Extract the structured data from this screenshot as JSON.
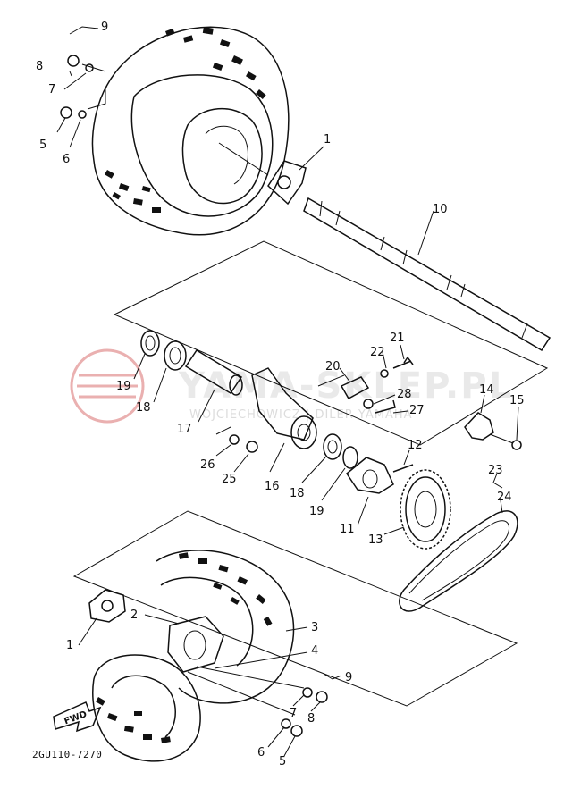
{
  "watermark": {
    "brand": "YAMA-SKLEP.PL",
    "tagline": "WOJCIECHOWICZ | DILER YAMAHA",
    "logo_color": "#e8a0a0"
  },
  "diagram_code": "2GU110-7270",
  "fwd_label": "FWD",
  "callouts": {
    "top_9": "9",
    "top_8": "8",
    "top_7": "7",
    "top_5": "5",
    "top_6": "6",
    "top_1": "1",
    "c_10": "10",
    "c_21": "21",
    "c_22": "22",
    "c_20": "20",
    "c_28": "28",
    "c_27": "27",
    "c_14": "14",
    "c_15": "15",
    "c_19a": "19",
    "c_18a": "18",
    "c_17": "17",
    "c_26": "26",
    "c_25": "25",
    "c_16": "16",
    "c_18b": "18",
    "c_19b": "19",
    "c_11": "11",
    "c_12": "12",
    "c_13": "13",
    "c_23": "23",
    "c_24": "24",
    "bot_2": "2",
    "bot_3": "3",
    "bot_4": "4",
    "bot_1": "1",
    "bot_9": "9",
    "bot_7": "7",
    "bot_8": "8",
    "bot_6": "6",
    "bot_5": "5"
  }
}
